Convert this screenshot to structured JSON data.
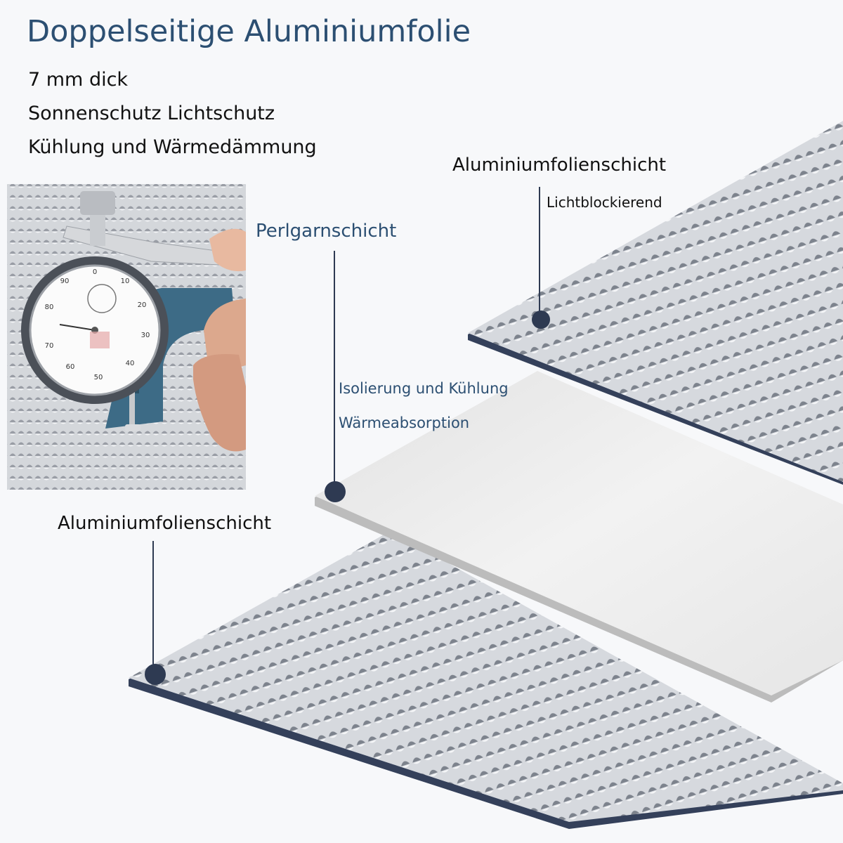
{
  "title": "Doppelseitige Aluminiumfolie",
  "features": [
    "7 mm dick",
    "Sonnenschutz Lichtschutz",
    "Kühlung und Wärmedämmung"
  ],
  "layers": {
    "top": {
      "label": "Aluminiumfolienschicht",
      "sub": "Lichtblockierend"
    },
    "middle": {
      "label": "Perlgarnschicht",
      "sub": [
        "Isolierung und Kühlung",
        "Wärmeabsorption"
      ]
    },
    "bottom": {
      "label": "Aluminiumfolienschicht"
    }
  },
  "gauge": {
    "ticks": [
      "0",
      "10",
      "20",
      "30",
      "40",
      "50",
      "60",
      "70",
      "80",
      "90"
    ]
  },
  "colors": {
    "accent": "#2c4f72",
    "marker": "#2e3a52",
    "foam": "#ececec",
    "foil": "#c9ccd2"
  }
}
